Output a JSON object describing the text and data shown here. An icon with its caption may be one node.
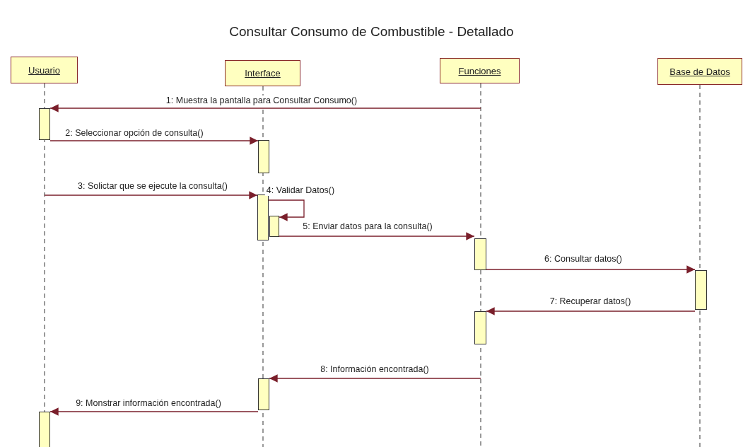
{
  "diagram": {
    "title": "Consultar Consumo de Combustible - Detallado",
    "nodes": [
      {
        "text": [
          "Usuario"
        ]
      },
      {
        "text": [
          "Interface"
        ]
      },
      {
        "text": [
          "Funciones"
        ]
      },
      {
        "text": [
          "Base de Datos"
        ]
      },
      {
        "text": [],
        "shape": "bar"
      },
      {
        "text": [],
        "shape": "bar"
      },
      {
        "text": [],
        "shape": "bar"
      },
      {
        "text": [],
        "shape": "bar"
      },
      {
        "text": [],
        "shape": "bar"
      },
      {
        "text": [],
        "shape": "bar"
      },
      {
        "text": [],
        "shape": "bar"
      },
      {
        "text": [],
        "shape": "bar"
      },
      {
        "text": [],
        "shape": "bar"
      }
    ],
    "edges": [
      {
        "from": null,
        "to": 4,
        "arrow": "to",
        "label": "1: Muestra la pantalla para Consultar Consumo()"
      },
      {
        "from": 4,
        "to": 5,
        "arrow": "to",
        "label": "2: Seleccionar opción de consulta()"
      },
      {
        "from": null,
        "to": 6,
        "arrow": "to",
        "label": "3: Solictar que se ejecute la consulta()"
      },
      {
        "from": 6,
        "to": 7,
        "arrow": "to",
        "label": "4: Validar Datos()"
      },
      {
        "from": 7,
        "to": 8,
        "arrow": "to",
        "label": "5: Enviar datos para la consulta()"
      },
      {
        "from": 8,
        "to": 9,
        "arrow": "to",
        "label": "6: Consultar datos()"
      },
      {
        "from": 9,
        "to": 10,
        "arrow": "to",
        "label": "7: Recuperar datos()"
      },
      {
        "from": null,
        "to": 11,
        "arrow": "to",
        "label": "8: Información encontrada()"
      },
      {
        "from": 11,
        "to": 12,
        "arrow": "to",
        "label": "9: Monstrar información encontrada()"
      }
    ]
  }
}
